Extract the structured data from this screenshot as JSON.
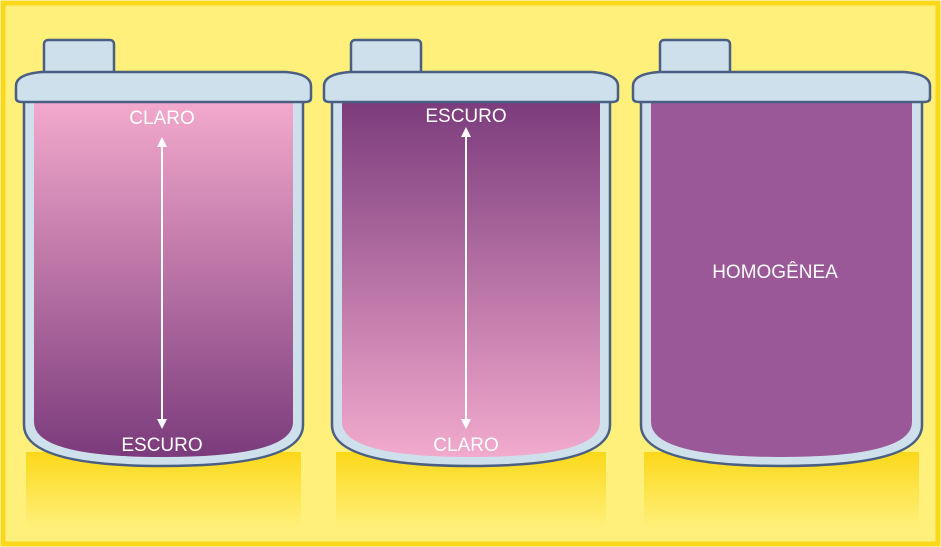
{
  "colors": {
    "background": "#fef07a",
    "border": "#fcd81a",
    "outline": "#4a5f82",
    "glass": "#cde0ec",
    "pink": "#f2a7cd",
    "dark_purple": "#7d3a7d",
    "homogeneous": "#9b5898",
    "arrow": "#ffffff",
    "text": "#ffffff"
  },
  "jars": [
    {
      "top_label": "CLARO",
      "bottom_label": "ESCURO",
      "gradient": "light-top-to-dark-bottom",
      "arrow": "double-headed-vertical-arrow"
    },
    {
      "top_label": "ESCURO",
      "bottom_label": "CLARO",
      "gradient": "dark-top-to-light-bottom",
      "arrow": "double-headed-vertical-arrow"
    },
    {
      "center_label": "HOMOGÊNEA",
      "gradient": "uniform"
    }
  ]
}
